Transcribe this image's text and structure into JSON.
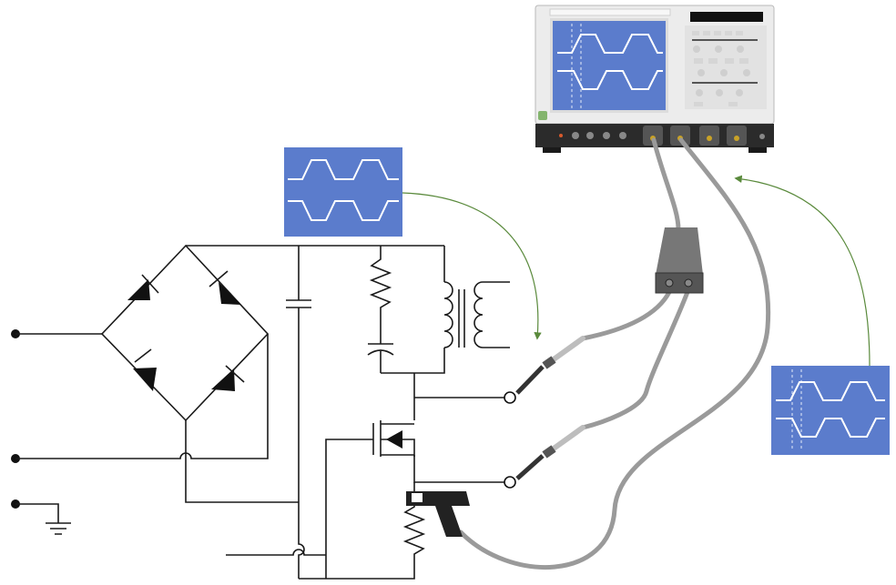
{
  "diagram": {
    "kind": "power-supply-measurement-setup",
    "components": {
      "bridge_rectifier": "diode-bridge",
      "capacitor": "bulk-capacitor",
      "snubber": "resistor-capacitor",
      "transformer": "flyback-transformer",
      "switch": "mosfet",
      "sense": "sense-resistor"
    },
    "instrument": {
      "type": "oscilloscope",
      "screen_color": "#5b7ccc",
      "trace_color": "#ffffff"
    },
    "probes": [
      "differential-probe",
      "voltage-probe-drain",
      "voltage-probe-source",
      "current-probe"
    ],
    "annotation_arrow_color": "#5a8a3c",
    "cable_color": "#9a9a9a"
  }
}
